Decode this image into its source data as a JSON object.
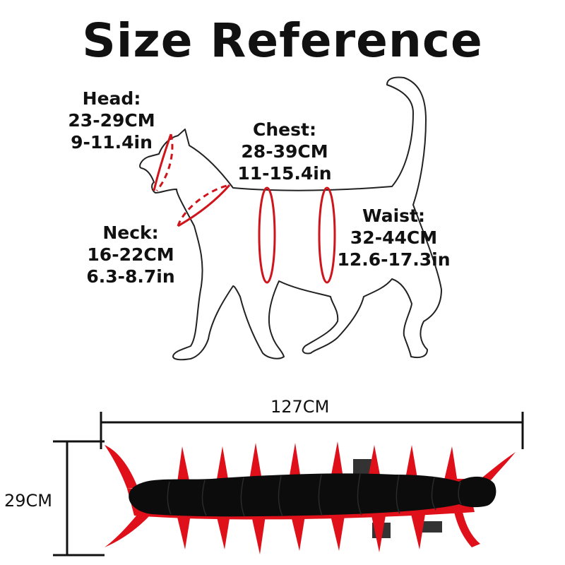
{
  "title": "Size Reference",
  "measurements": {
    "head": {
      "label": "Head:",
      "cm": "23-29CM",
      "inch": "9-11.4in"
    },
    "chest": {
      "label": "Chest:",
      "cm": "28-39CM",
      "inch": "11-15.4in"
    },
    "neck": {
      "label": "Neck:",
      "cm": "16-22CM",
      "inch": "6.3-8.7in"
    },
    "waist": {
      "label": "Waist:",
      "cm": "32-44CM",
      "inch": "12.6-17.3in"
    }
  },
  "product": {
    "length": "127CM",
    "width": "29CM"
  },
  "colors": {
    "outline": "#222222",
    "marker": "#d0141b",
    "body": "#0c0c0c",
    "legs": "#e0101a",
    "strap": "#333333"
  }
}
